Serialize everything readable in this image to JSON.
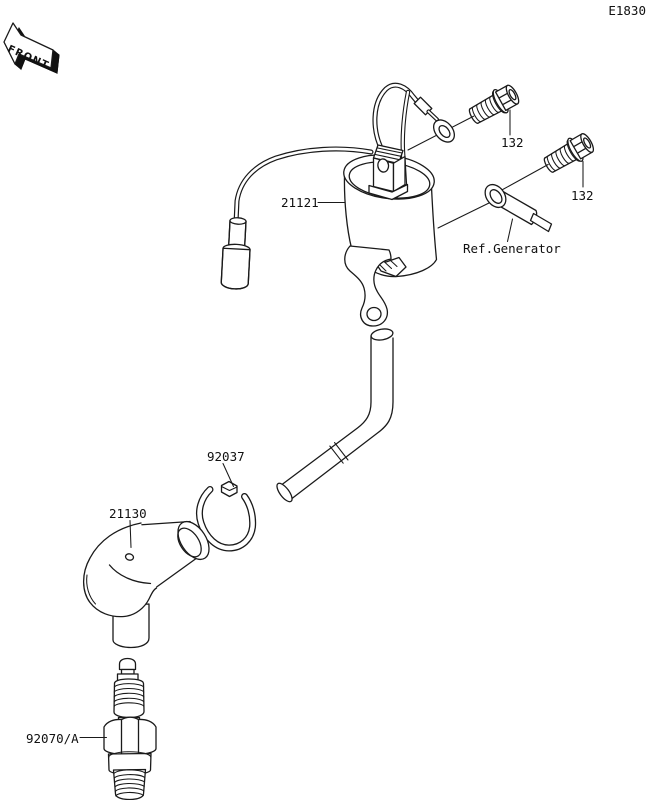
{
  "page": {
    "background": "#ffffff",
    "line_color": "#1a1a1a"
  },
  "header": {
    "diagram_code": "E1830",
    "front_label": "FRONT"
  },
  "parts": {
    "ignition_coil": {
      "part_no": "21121"
    },
    "bolt_upper": {
      "part_no": "132"
    },
    "bolt_lower": {
      "part_no": "132"
    },
    "ref_generator": {
      "label": "Ref.Generator"
    },
    "clamp": {
      "part_no": "92037"
    },
    "plug_cap": {
      "part_no": "21130"
    },
    "spark_plug": {
      "part_no": "92070/A"
    }
  }
}
